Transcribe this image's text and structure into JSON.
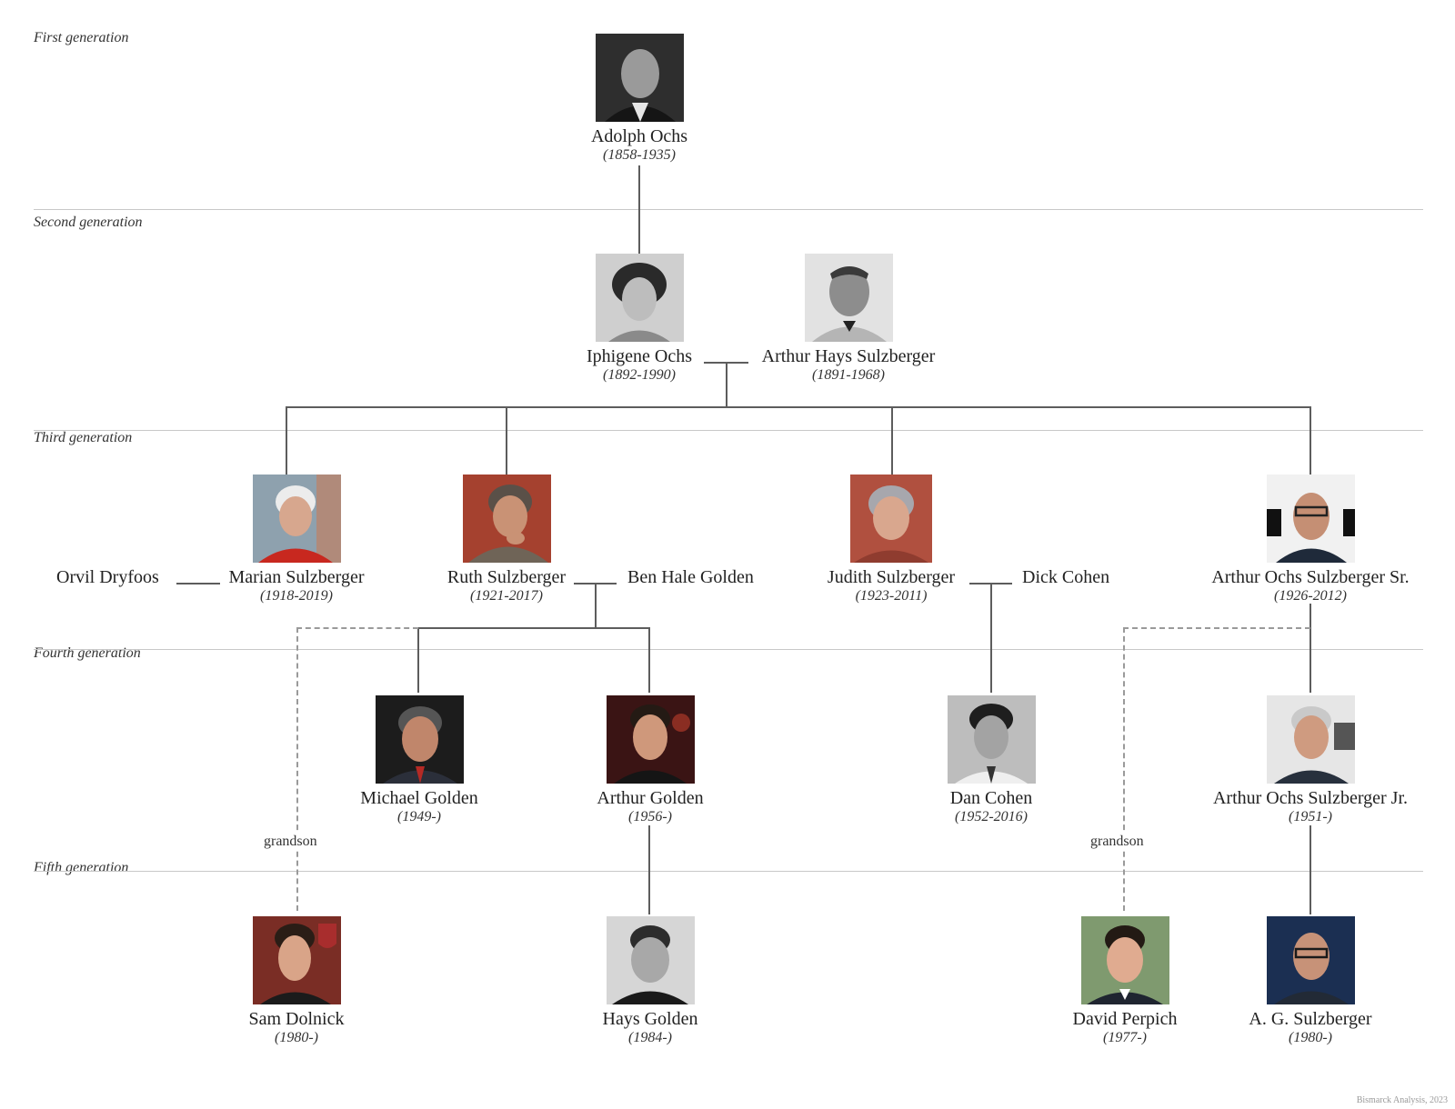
{
  "generations": {
    "g1": "First generation",
    "g2": "Second generation",
    "g3": "Third generation",
    "g4": "Fourth generation",
    "g5": "Fifth generation"
  },
  "people": {
    "adolph": {
      "name": "Adolph Ochs",
      "years": "(1858-1935)"
    },
    "iphigene": {
      "name": "Iphigene Ochs",
      "years": "(1892-1990)"
    },
    "arthur_hays": {
      "name": "Arthur Hays Sulzberger",
      "years": "(1891-1968)"
    },
    "marian": {
      "name": "Marian Sulzberger",
      "years": "(1918-2019)"
    },
    "ruth": {
      "name": "Ruth Sulzberger",
      "years": "(1921-2017)"
    },
    "judith": {
      "name": "Judith Sulzberger",
      "years": "(1923-2011)"
    },
    "arthur_sr": {
      "name": "Arthur Ochs Sulzberger Sr.",
      "years": "(1926-2012)"
    },
    "michael": {
      "name": "Michael Golden",
      "years": "(1949-)"
    },
    "arthur_golden": {
      "name": "Arthur Golden",
      "years": "(1956-)"
    },
    "dan": {
      "name": "Dan Cohen",
      "years": "(1952-2016)"
    },
    "arthur_jr": {
      "name": "Arthur Ochs Sulzberger Jr.",
      "years": "(1951-)"
    },
    "sam": {
      "name": "Sam Dolnick",
      "years": "(1980-)"
    },
    "hays": {
      "name": "Hays Golden",
      "years": "(1984-)"
    },
    "david": {
      "name": "David Perpich",
      "years": "(1977-)"
    },
    "ag": {
      "name": "A. G. Sulzberger",
      "years": "(1980-)"
    }
  },
  "spouses": {
    "orvil": "Orvil Dryfoos",
    "ben": "Ben Hale Golden",
    "dick": "Dick Cohen"
  },
  "relations": {
    "grandson_left": "grandson",
    "grandson_right": "grandson"
  },
  "credit": "Bismarck Analysis, 2023",
  "colors": {
    "line": "#5d5d5d",
    "dashed": "#9a9a9a",
    "divider": "#c8c8c8"
  }
}
